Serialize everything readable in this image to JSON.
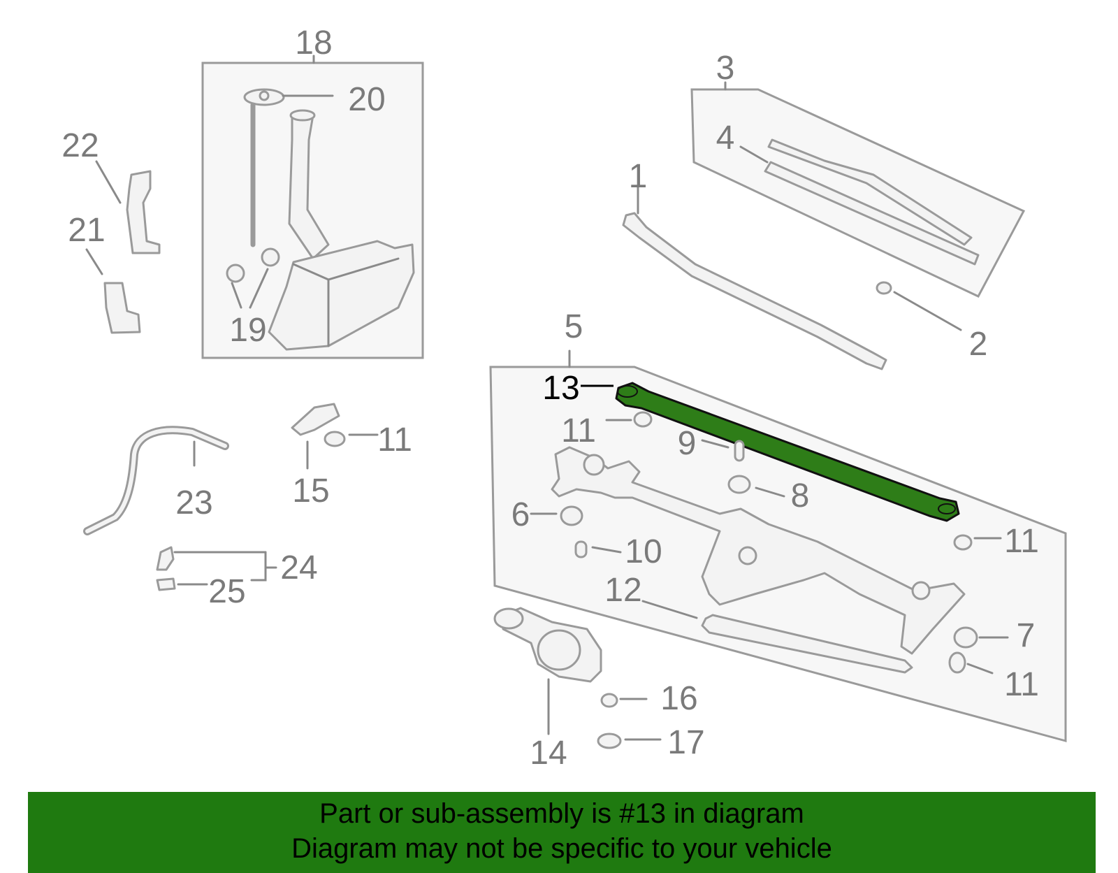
{
  "diagram": {
    "callouts": {
      "c1": "1",
      "c2": "2",
      "c3": "3",
      "c4": "4",
      "c5": "5",
      "c6": "6",
      "c7": "7",
      "c8": "8",
      "c9": "9",
      "c10": "10",
      "c11a": "11",
      "c11b": "11",
      "c11c": "11",
      "c11d": "11",
      "c12": "12",
      "c13": "13",
      "c14": "14",
      "c15": "15",
      "c16": "16",
      "c17": "17",
      "c18": "18",
      "c19": "19",
      "c20": "20",
      "c21": "21",
      "c22": "22",
      "c23": "23",
      "c24": "24",
      "c25": "25"
    },
    "highlighted_part": "13",
    "highlight_color": "#2e7d18",
    "part_color": "#9a9a9a"
  },
  "banner": {
    "line1": "Part or sub-assembly is #13 in diagram",
    "line2": "Diagram may not be specific to your vehicle",
    "background": "#1f7a10"
  }
}
